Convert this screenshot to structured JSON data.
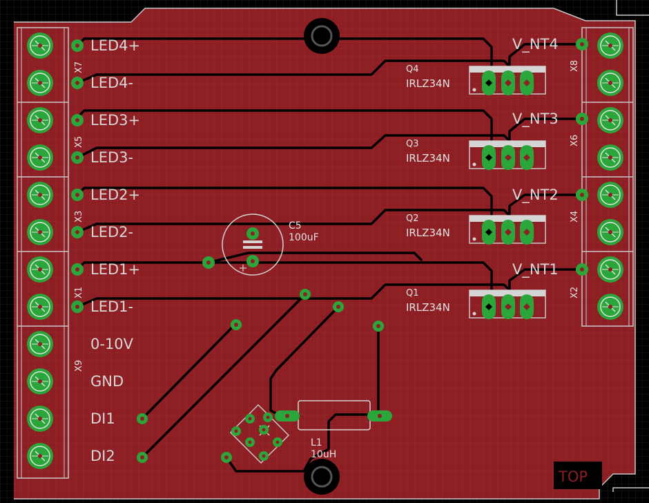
{
  "colors": {
    "background": "#000000",
    "grid": "#1e1e1e",
    "board": "#8d1f24",
    "board_grid": "#a34447",
    "outline": "#c9c9c9",
    "trace": "#000000",
    "pad": "#2aa63a",
    "silk": "#e4e4e4",
    "label": "#d8d8d8"
  },
  "board": {
    "layer": "TOP"
  },
  "connectors": [
    {
      "name": "X7",
      "pins": 2
    },
    {
      "name": "X5",
      "pins": 2
    },
    {
      "name": "X3",
      "pins": 2
    },
    {
      "name": "X1",
      "pins": 2
    },
    {
      "name": "X9",
      "pins": 4
    },
    {
      "name": "X8",
      "pins": 2
    },
    {
      "name": "X6",
      "pins": 2
    },
    {
      "name": "X4",
      "pins": 2
    },
    {
      "name": "X2",
      "pins": 2
    }
  ],
  "net_labels": {
    "left": [
      "LED4+",
      "LED4-",
      "LED3+",
      "LED3-",
      "LED2+",
      "LED2-",
      "LED1+",
      "LED1-",
      "0-10V",
      "GND",
      "DI1",
      "DI2"
    ],
    "right": [
      "V_NT4",
      "V_NT3",
      "V_NT2",
      "V_NT1"
    ]
  },
  "transistors": [
    {
      "ref": "Q4",
      "value": "IRLZ34N"
    },
    {
      "ref": "Q3",
      "value": "IRLZ34N"
    },
    {
      "ref": "Q2",
      "value": "IRLZ34N"
    },
    {
      "ref": "Q1",
      "value": "IRLZ34N"
    }
  ],
  "capacitor": {
    "ref": "C5",
    "value": "100uF"
  },
  "inductor": {
    "ref": "L1",
    "value": "10uH"
  }
}
